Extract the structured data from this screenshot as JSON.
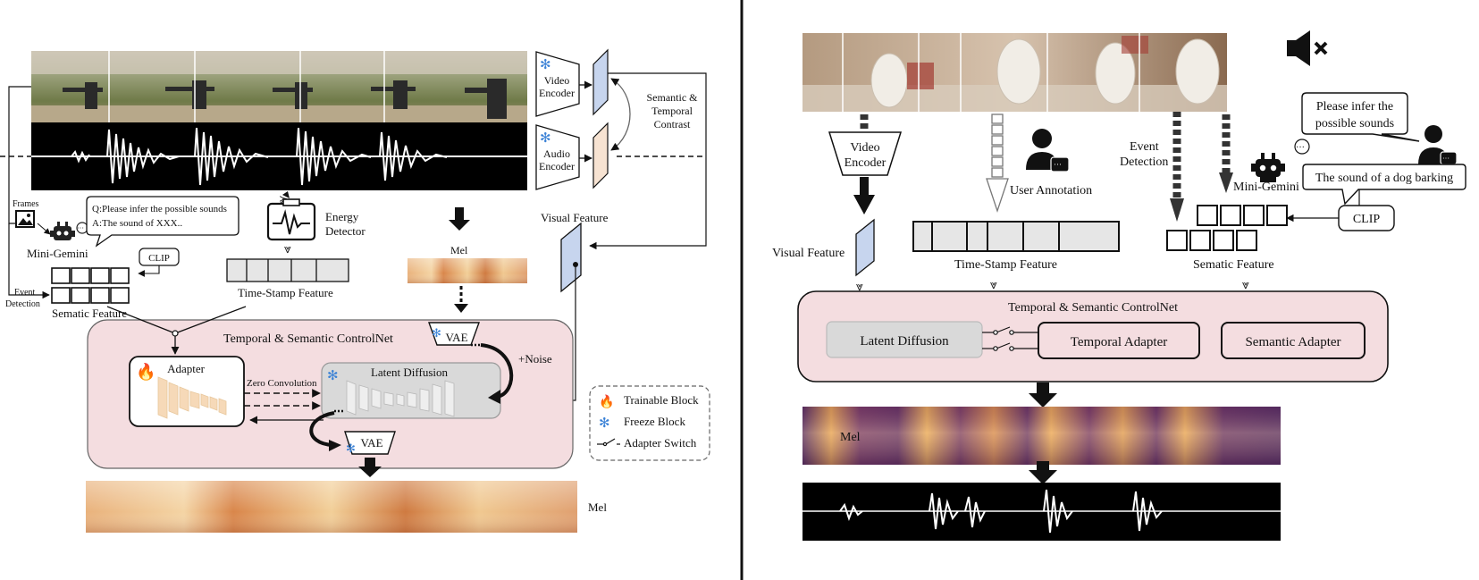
{
  "left": {
    "video_encoder": [
      "Video",
      "Encoder"
    ],
    "audio_encoder": [
      "Audio",
      "Encoder"
    ],
    "contrast": [
      "Semantic &",
      "Temporal",
      "Contrast"
    ],
    "frames": "Frames",
    "qa_q": "Q:Please infer the possible sounds",
    "qa_a": "A:The sound of XXX..",
    "mini_gemini": "Mini-Gemini",
    "clip": "CLIP",
    "event_detection": [
      "Event",
      "Detection"
    ],
    "semantic_feature": "Sematic Feature",
    "energy_detector": [
      "Energy",
      "Detector"
    ],
    "timestamp_feature": "Time-Stamp Feature",
    "mel_top": "Mel",
    "visual_feature": "Visual Feature",
    "controlnet_title": "Temporal & Semantic ControlNet",
    "adapter": "Adapter",
    "zero_conv": "Zero Convolution",
    "latent_diffusion": "Latent Diffusion",
    "vae_top": "VAE",
    "vae_bottom": "VAE",
    "noise": "+Noise",
    "mel_bottom": "Mel",
    "legend": {
      "trainable": "Trainable Block",
      "freeze": "Freeze Block",
      "switch": "Adapter Switch"
    }
  },
  "right": {
    "video_encoder": [
      "Video",
      "Encoder"
    ],
    "user_annotation": "User Annotation",
    "event_detection": [
      "Event",
      "Detection"
    ],
    "prompt_bubble": [
      "Please infer the",
      "possible sounds"
    ],
    "answer_bubble": "The sound of a dog barking",
    "mini_gemini": "Mini-Gemini",
    "clip": "CLIP",
    "visual_feature": "Visual Feature",
    "timestamp_feature": "Time-Stamp Feature",
    "semantic_feature": "Sematic Feature",
    "controlnet_title": "Temporal & Semantic ControlNet",
    "latent_diffusion": "Latent Diffusion",
    "temporal_adapter": "Temporal Adapter",
    "semantic_adapter": "Semantic Adapter",
    "mel": "Mel"
  },
  "colors": {
    "controlnet_bg": "#f4dde0",
    "feature_gray": "#e6e6e6",
    "visual_blue": "#c7d5ee",
    "audio_peach": "#f7e3d2",
    "adapter_peach": "#f6d9b8",
    "mel_a": "#f2cf98",
    "mel_b": "#c9703c",
    "mel_dark": "#5a2d64",
    "freeze_blue": "#3b82d6",
    "flame_red": "#d9381e"
  },
  "icons": [
    "snowflake-icon",
    "flame-icon",
    "robot-icon",
    "user-icon",
    "speaker-muted-icon",
    "image-icon",
    "energy-detector-icon"
  ]
}
